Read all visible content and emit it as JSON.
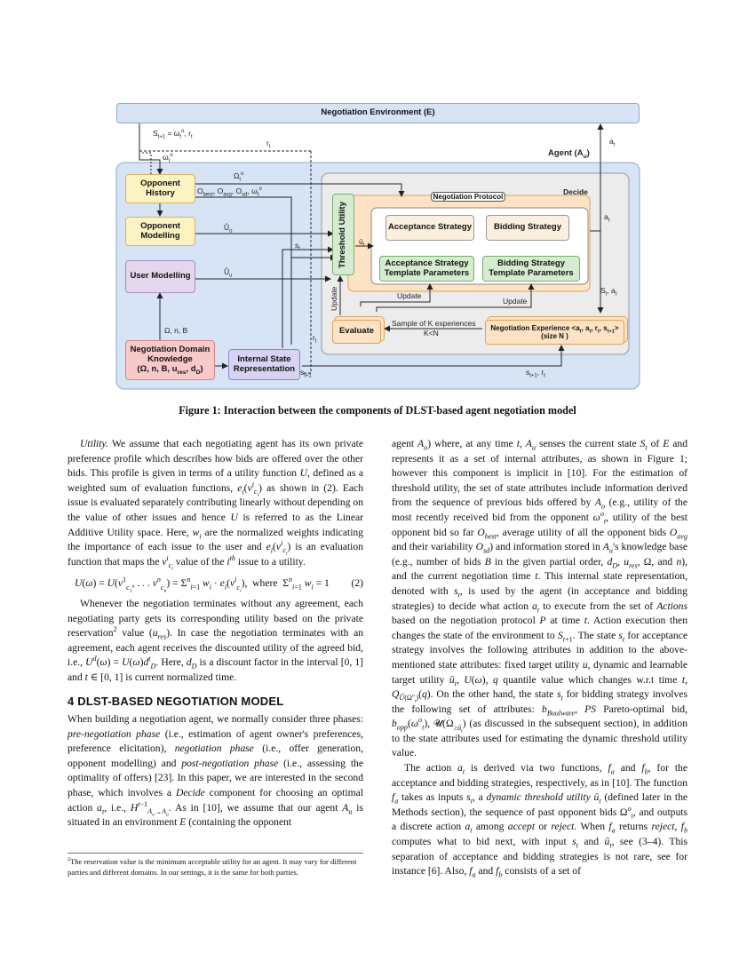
{
  "figure": {
    "env": "Negotiation Environment (E)",
    "agent": "Agent (A",
    "agent_sub": "u",
    "agent_close": ")",
    "decide": "Decide",
    "protocol": "Negotiation Protocol",
    "opp_history": "Opponent History",
    "opp_model": "Opponent Modelling",
    "user_model": "User Modelling",
    "domain_knowledge_1": "Negotiation Domain Knowledge",
    "domain_knowledge_2": "(Ω, n, B, u",
    "domain_knowledge_3": "res",
    "domain_knowledge_4": ", d",
    "domain_knowledge_5": "D",
    "domain_knowledge_6": ")",
    "internal_state": "Internal State Representation",
    "threshold": "Threshold Utility",
    "acceptance": "Acceptance Strategy",
    "bidding": "Bidding Strategy",
    "acc_template": "Acceptance Strategy Template Parameters",
    "bid_template": "Bidding Strategy Template Parameters",
    "evaluate": "Evaluate",
    "experience_1": "Negotiation Experience <a",
    "experience_2": "(size N )",
    "sample_1": "Sample of K experiences",
    "sample_2": "K<N",
    "update": "Update",
    "omega_n_b": "Ω, n, B"
  },
  "caption": "Figure 1: Interaction between the components of DLST-based agent negotiation model",
  "section_title": "4   DLST-BASED NEGOTIATION MODEL",
  "footnote": "The reservation value is the minimum acceptable utility for an agent. It may vary for different parties and different domains. In our settings, it is the same for both parties."
}
